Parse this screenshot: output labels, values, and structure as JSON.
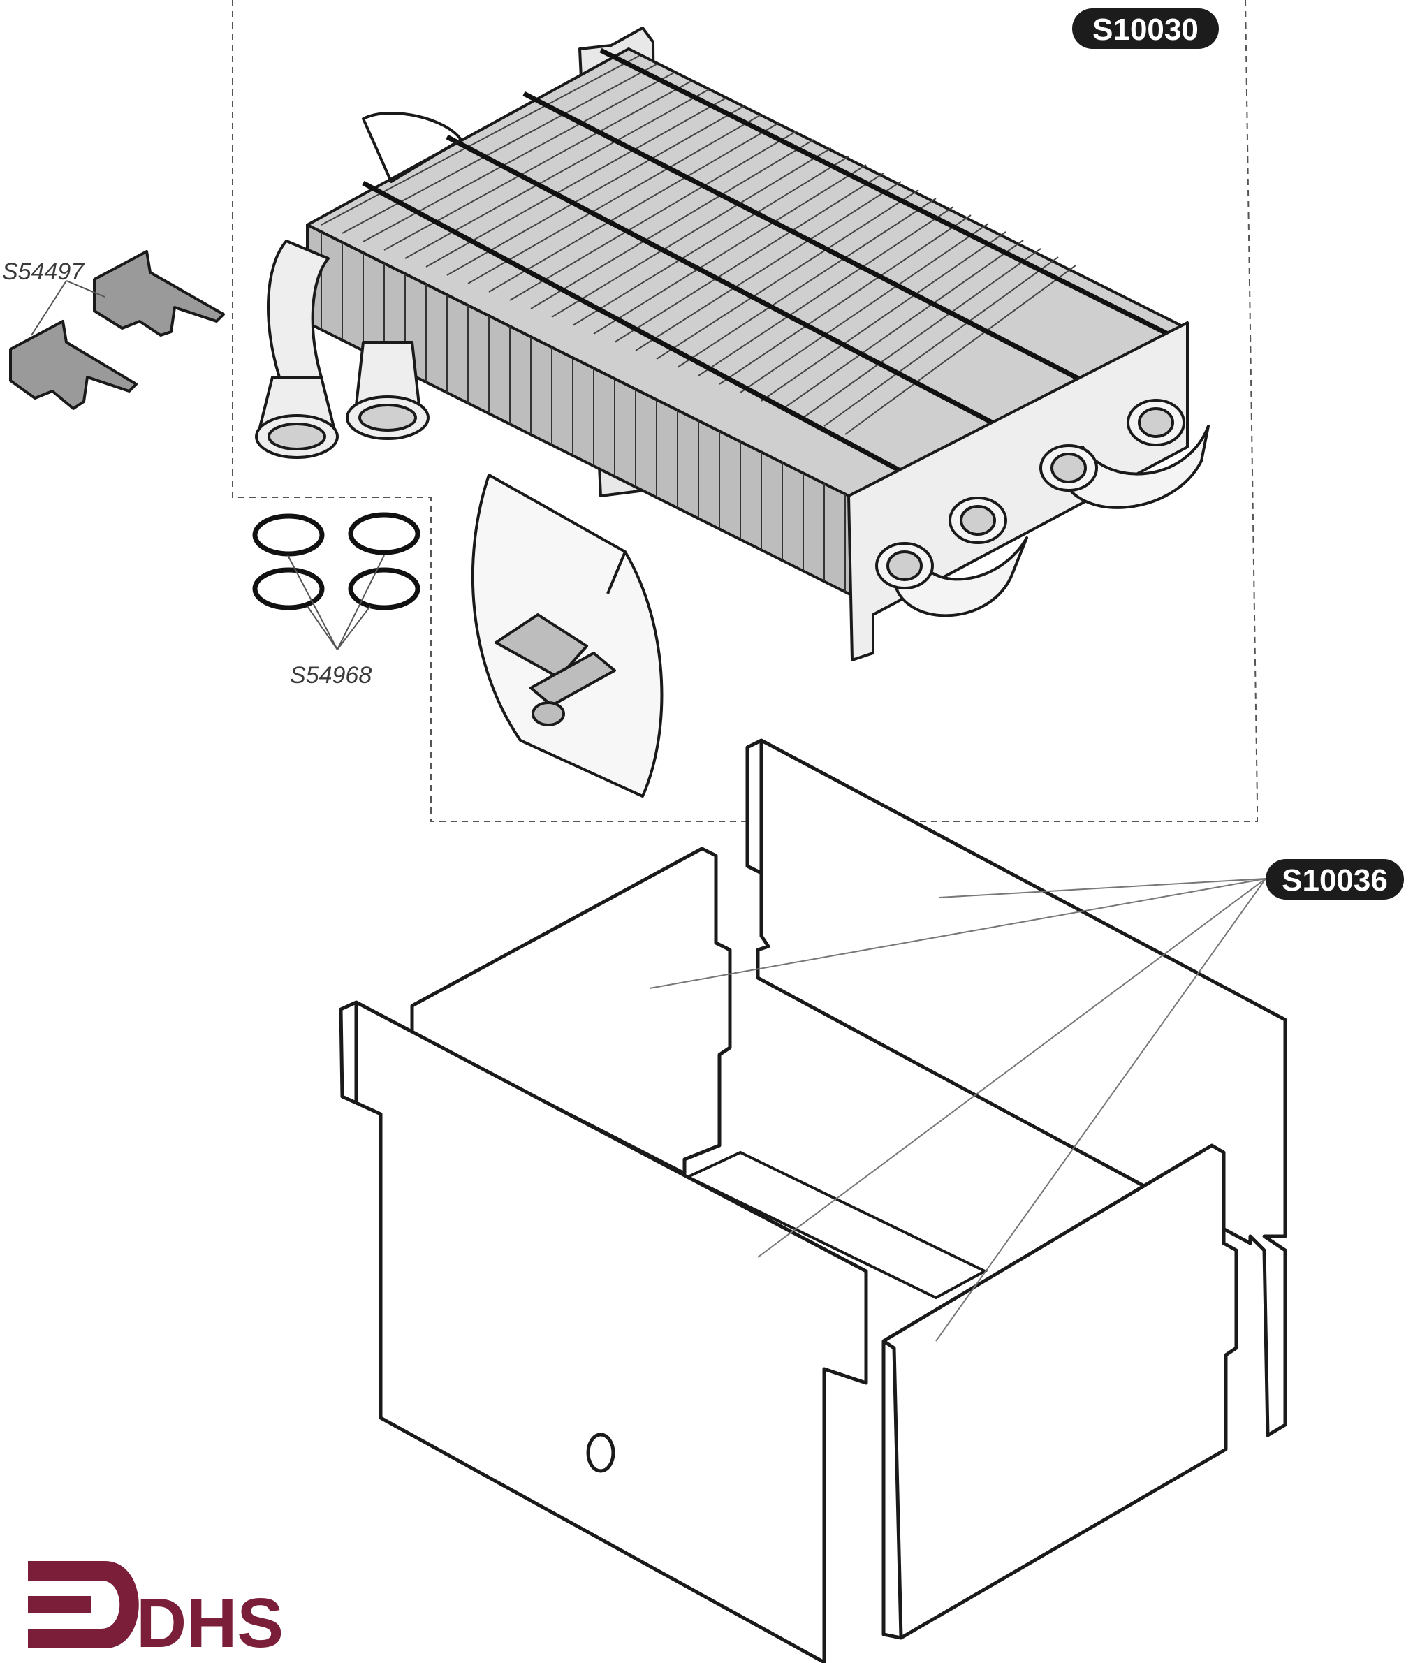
{
  "part_labels": {
    "heat_exchanger": "S10030",
    "clips": "S54497",
    "o_rings": "S54968",
    "insulation_panels": "S10036"
  },
  "logo": {
    "text": "DHS"
  },
  "colors": {
    "label_fill": "#1c1c1c",
    "line": "#1a1a1a",
    "brand": "#7a1e3a"
  }
}
